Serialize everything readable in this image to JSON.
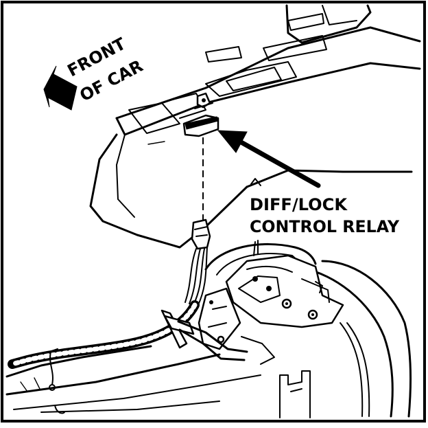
{
  "labels": {
    "direction_line1": "FRONT",
    "direction_line2": "OF CAR",
    "component_line1": "DIFF/LOCK",
    "component_line2": "CONTROL RELAY"
  },
  "colors": {
    "ink": "#000000",
    "paper": "#ffffff"
  },
  "icons": {
    "direction_arrow": "bold-arrow-left-icon",
    "callout_arrow": "leader-arrow-icon"
  }
}
